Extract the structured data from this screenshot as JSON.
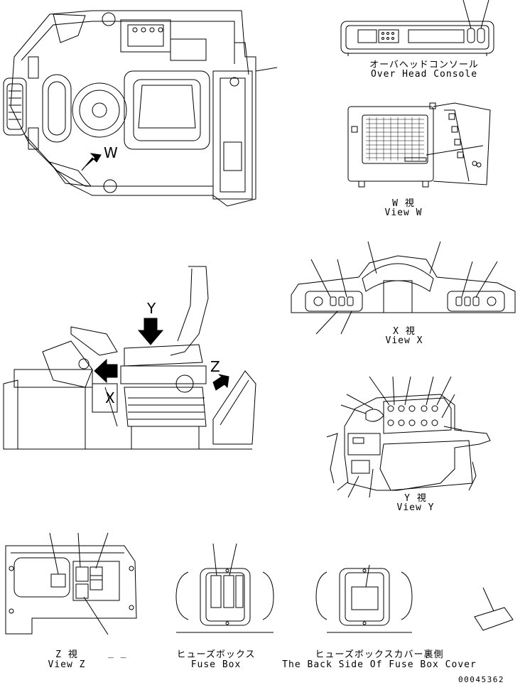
{
  "views": {
    "overhead_console": {
      "jp": "オーバヘッドコンソール",
      "en": "Over Head Console"
    },
    "view_w": {
      "jp": "W 視",
      "en": "View W"
    },
    "view_x": {
      "jp": "X 視",
      "en": "View X"
    },
    "view_y": {
      "jp": "Y 視",
      "en": "View Y"
    },
    "view_z": {
      "jp": "Z 視",
      "en": "View Z"
    },
    "fuse_box": {
      "jp": "ヒューズボックス",
      "en": "Fuse Box"
    },
    "fuse_box_cover": {
      "jp": "ヒューズボックスカバー裏側",
      "en": "The Back Side Of Fuse Box Cover"
    }
  },
  "markers": {
    "w": "W",
    "x": "X",
    "y": "Y",
    "z": "Z"
  },
  "dash_note": "_ _",
  "part_number": "00045362"
}
